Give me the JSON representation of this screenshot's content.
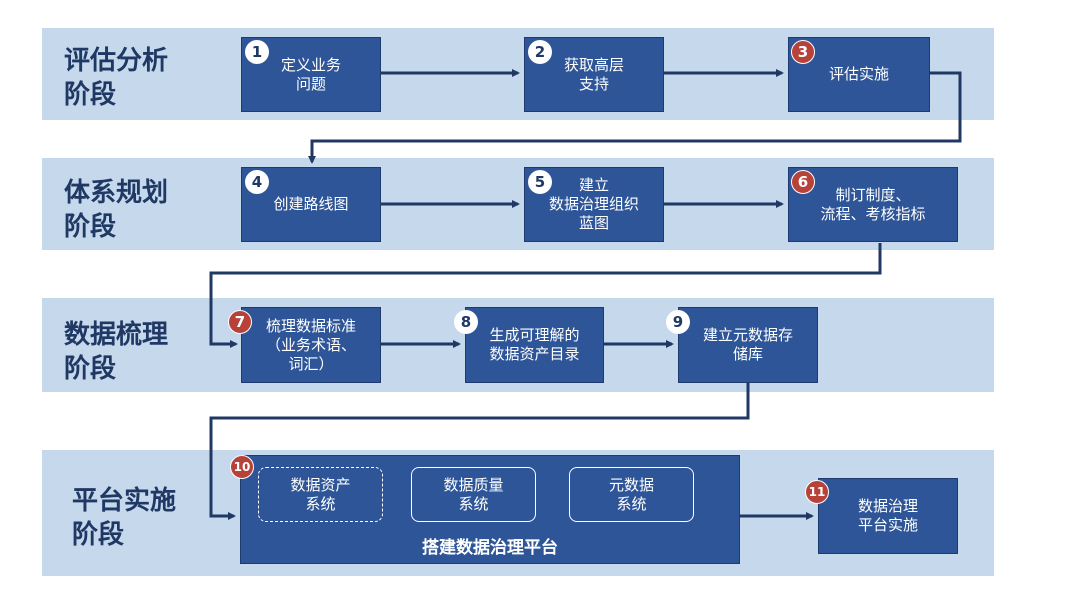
{
  "stages": [
    {
      "label": "评估分析\n阶段"
    },
    {
      "label": "体系规划\n阶段"
    },
    {
      "label": "数据梳理\n阶段"
    },
    {
      "label": "平台实施\n阶段"
    }
  ],
  "steps": [
    {
      "num": "1",
      "text": "定义业务\n问题"
    },
    {
      "num": "2",
      "text": "获取高层\n支持"
    },
    {
      "num": "3",
      "text": "评估实施"
    },
    {
      "num": "4",
      "text": "创建路线图"
    },
    {
      "num": "5",
      "text": "建立\n数据治理组织\n蓝图"
    },
    {
      "num": "6",
      "text": "制订制度、\n流程、考核指标"
    },
    {
      "num": "7",
      "text": "梳理数据标准\n（业务术语、\n词汇）"
    },
    {
      "num": "8",
      "text": "生成可理解的\n数据资产目录"
    },
    {
      "num": "9",
      "text": "建立元数据存\n储库"
    },
    {
      "num": "10",
      "text": ""
    },
    {
      "num": "11",
      "text": "数据治理\n平台实施"
    }
  ],
  "platform": {
    "title": "搭建数据治理平台",
    "subsystems": [
      {
        "text": "数据资产\n系统"
      },
      {
        "text": "数据质量\n系统"
      },
      {
        "text": "元数据\n系统"
      }
    ]
  },
  "colors": {
    "band": "#c5d8ec",
    "box": "#2e5597",
    "arrow": "#1f3864",
    "highlight": "#b7423a"
  }
}
